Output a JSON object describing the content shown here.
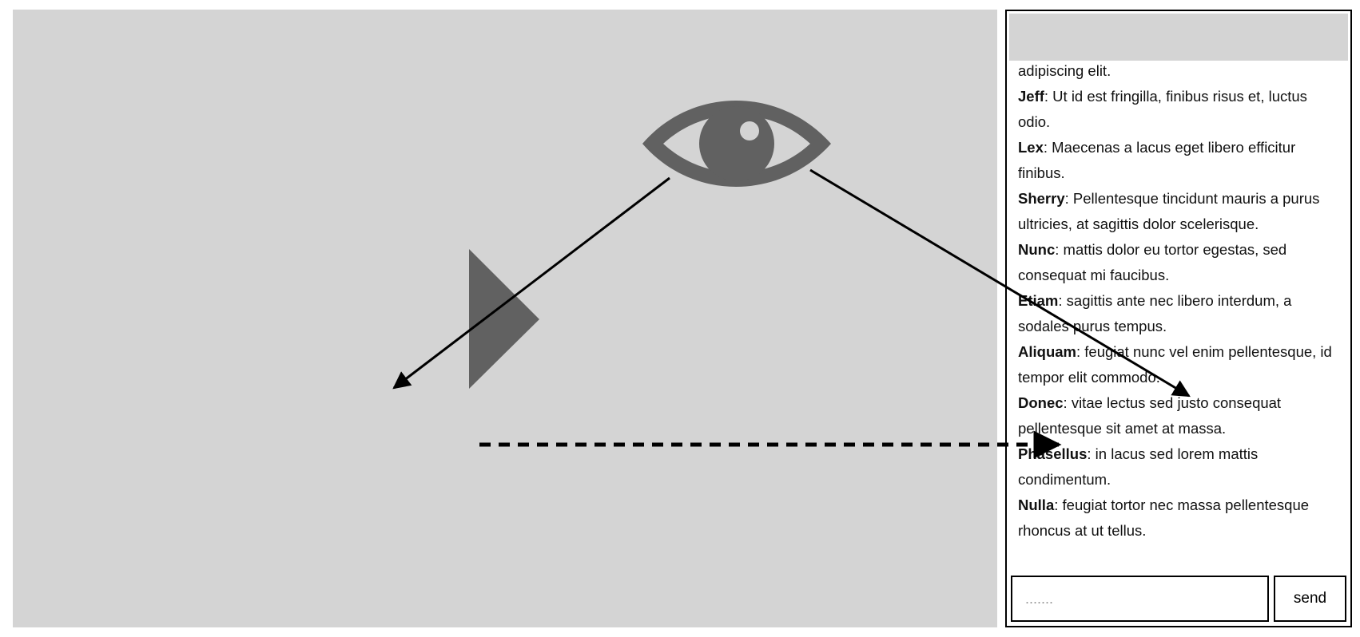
{
  "stage": {
    "background_color": "#d4d4d4",
    "shape_color": "#616161",
    "icons": [
      "eye-icon",
      "play-triangle-icon"
    ]
  },
  "chat": {
    "partial_top_line": "adipiscing elit.",
    "messages": [
      {
        "author": "Jeff",
        "text": ": Ut id est fringilla, finibus risus et, luctus odio."
      },
      {
        "author": "Lex",
        "text": ": Maecenas a lacus eget libero efficitur finibus."
      },
      {
        "author": "Sherry",
        "text": ": Pellentesque tincidunt mauris a purus ultricies, at sagittis dolor scelerisque."
      },
      {
        "author": "Nunc",
        "text": ": mattis dolor eu tortor egestas, sed consequat mi faucibus."
      },
      {
        "author": "Etiam",
        "text": ": sagittis ante nec libero interdum, a sodales purus tempus."
      },
      {
        "author": "Aliquam",
        "text": ": feugiat nunc vel enim pellentesque, id tempor elit commodo."
      },
      {
        "author": "Donec",
        "text": ": vitae lectus sed justo consequat pellentesque sit amet at massa."
      },
      {
        "author": "Phasellus",
        "text": ": in lacus sed lorem mattis condimentum."
      },
      {
        "author": "Nulla",
        "text": ": feugiat tortor nec massa pellentesque rhoncus at ut tellus."
      }
    ],
    "input_placeholder": ".......",
    "input_value": "",
    "send_label": "send"
  }
}
